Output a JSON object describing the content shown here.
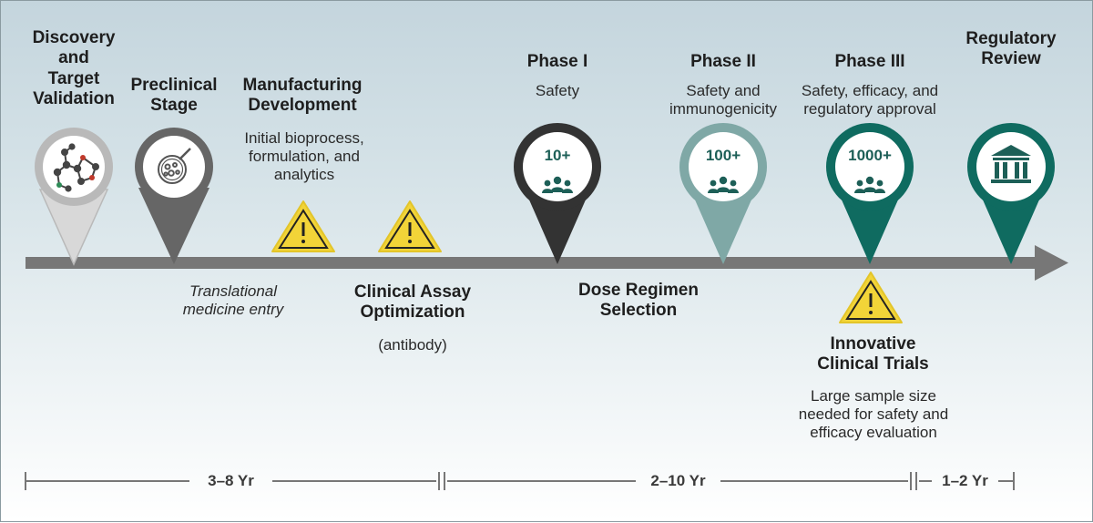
{
  "stages": {
    "discovery": {
      "title_line1": "Discovery",
      "title_line2": "and",
      "title_line3": "Target",
      "title_line4": "Validation"
    },
    "preclinical": {
      "title_line1": "Preclinical",
      "title_line2": "Stage"
    },
    "manufacturing": {
      "title_line1": "Manufacturing",
      "title_line2": "Development",
      "desc_line1": "Initial bioprocess,",
      "desc_line2": "formulation, and",
      "desc_line3": "analytics"
    },
    "phase1": {
      "title": "Phase I",
      "desc_line1": "Safety",
      "participants": "10+"
    },
    "phase2": {
      "title": "Phase II",
      "desc_line1": "Safety and",
      "desc_line2": "immunogenicity",
      "participants": "100+"
    },
    "phase3": {
      "title": "Phase III",
      "desc_line1": "Safety, efficacy, and",
      "desc_line2": "regulatory approval",
      "participants": "1000+"
    },
    "regulatory": {
      "title_line1": "Regulatory",
      "title_line2": "Review"
    }
  },
  "lower": {
    "translational": {
      "line1": "Translational",
      "line2": "medicine entry"
    },
    "assay": {
      "line1": "Clinical Assay",
      "line2": "Optimization",
      "note": "(antibody)"
    },
    "dose": {
      "line1": "Dose Regimen",
      "line2": "Selection"
    },
    "innovative": {
      "line1": "Innovative",
      "line2": "Clinical Trials",
      "desc_line1": "Large sample size",
      "desc_line2": "needed for safety and",
      "desc_line3": "efficacy evaluation"
    }
  },
  "durations": {
    "seg1": "3–8 Yr",
    "seg2": "2–10 Yr",
    "seg3": "1–2 Yr"
  },
  "colors": {
    "discovery": "#b9b9b9",
    "preclinical": "#666666",
    "phase1": "#333333",
    "phase2": "#7fa8a6",
    "phase3": "#0f6b60",
    "regulatory": "#0f6b60",
    "accent_text": "#1d5f57",
    "warning": "#f2d438",
    "arrow": "#777777"
  },
  "icons": {
    "discovery": "molecule-icon",
    "preclinical": "petri-dish-icon",
    "phase": "people-group-icon",
    "regulatory": "government-building-icon",
    "warning": "warning-icon"
  }
}
